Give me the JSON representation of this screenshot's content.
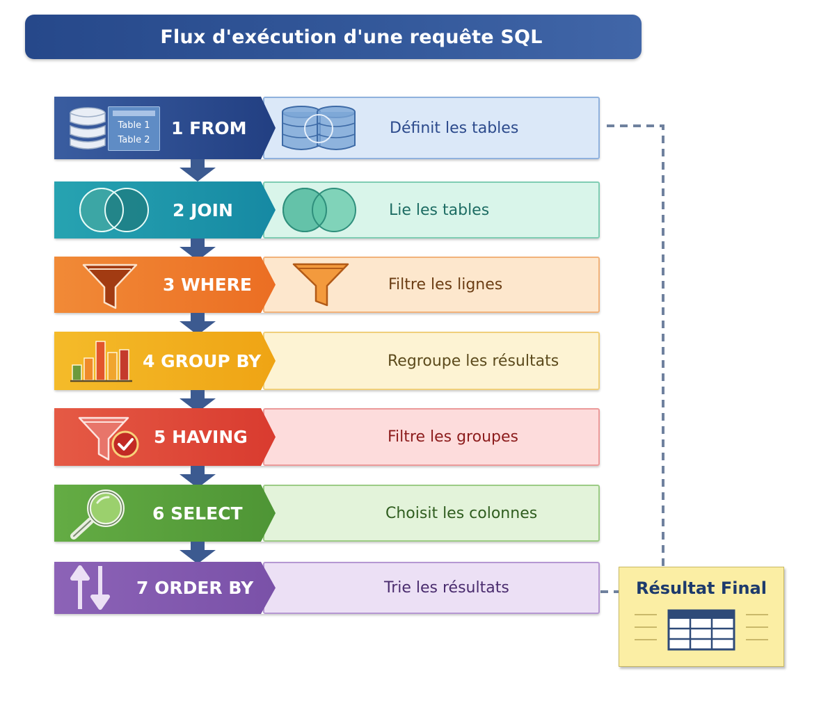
{
  "title": "Flux d'exécution d'une requête SQL",
  "steps": [
    {
      "label": "1 FROM",
      "description": "Définit les tables",
      "icon": "database-icon",
      "color": "#2c4a8c",
      "panel": "#dbe8f8",
      "text_color": "#2c4a8c"
    },
    {
      "label": "2 JOIN",
      "description": "Lie les tables",
      "icon": "venn-icon",
      "color": "#1f98a8",
      "panel": "#d9f5ea",
      "text_color": "#1d6c63"
    },
    {
      "label": "3 WHERE",
      "description": "Filtre les lignes",
      "icon": "funnel-icon",
      "color": "#ee7a2c",
      "panel": "#fde7cd",
      "text_color": "#6b3d14"
    },
    {
      "label": "4 GROUP BY",
      "description": "Regroupe les résultats",
      "icon": "bar-chart-icon",
      "color": "#f0b11e",
      "panel": "#fdf3d3",
      "text_color": "#5c4a1c"
    },
    {
      "label": "5 HAVING",
      "description": "Filtre les groupes",
      "icon": "funnel-check-icon",
      "color": "#e04b3a",
      "panel": "#fddcdc",
      "text_color": "#8c1c1c"
    },
    {
      "label": "6 SELECT",
      "description": "Choisit les colonnes",
      "icon": "magnifier-icon",
      "color": "#5aa13e",
      "panel": "#e3f3da",
      "text_color": "#2f5d1f"
    },
    {
      "label": "7 ORDER BY",
      "description": "Trie les résultats",
      "icon": "sort-arrows-icon",
      "color": "#8a5eb3",
      "panel": "#ece0f5",
      "text_color": "#4a2c6e"
    }
  ],
  "tables_card": {
    "row1": "Table 1",
    "row2": "Table 2"
  },
  "result": {
    "title": "Résultat Final",
    "icon": "table-icon"
  }
}
